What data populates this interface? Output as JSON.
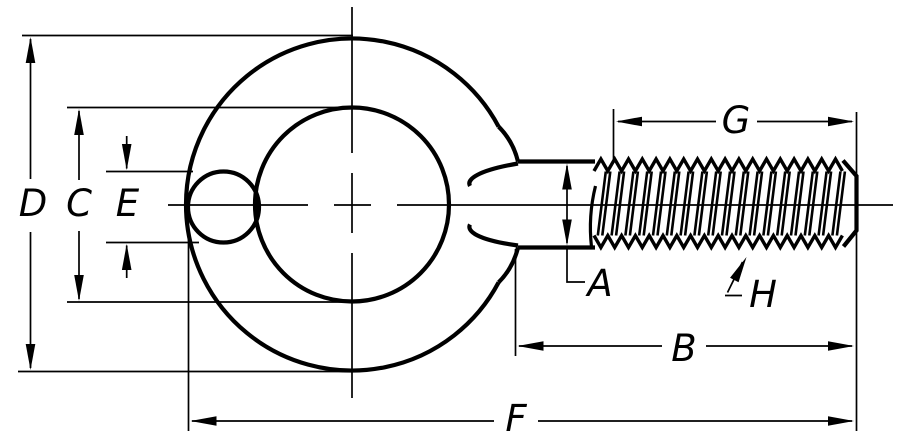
{
  "diagram": {
    "description": "Eye bolt dimension drawing",
    "labels": {
      "d": "D",
      "c": "C",
      "e": "E",
      "a": "A",
      "g": "G",
      "h": "H",
      "b": "B",
      "f": "F"
    },
    "colors": {
      "line": "#000000",
      "background": "#ffffff"
    }
  }
}
